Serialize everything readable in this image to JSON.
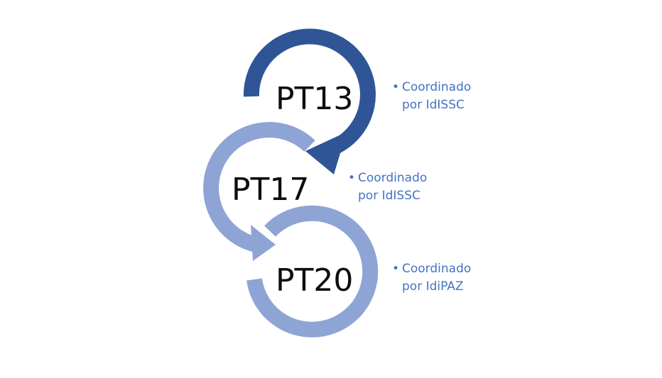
{
  "colors": {
    "dark_arc": "#2f5597",
    "light_arc": "#8ea4d4",
    "label_text": "#0d0d0d",
    "note_text": "#4472c4"
  },
  "nodes": [
    {
      "id": "pt13",
      "label": "PT13",
      "note_line1": "Coordinado",
      "note_line2": "por IdISSC",
      "bullet": "•"
    },
    {
      "id": "pt17",
      "label": "PT17",
      "note_line1": "Coordinado",
      "note_line2": "por IdISSC",
      "bullet": "•"
    },
    {
      "id": "pt20",
      "label": "PT20",
      "note_line1": "Coordinado",
      "note_line2": "por IdiPAZ",
      "bullet": "•"
    }
  ]
}
